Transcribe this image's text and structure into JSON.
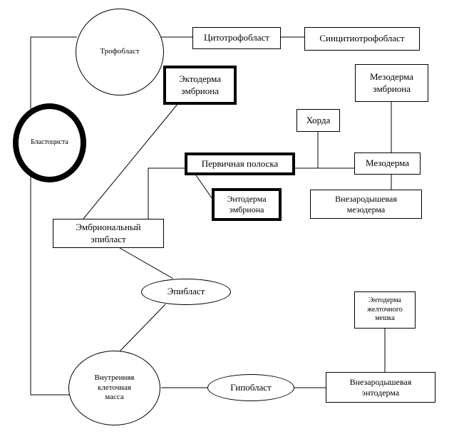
{
  "nodes": {
    "trophoblast": "Трофобласт",
    "cytotrophoblast": "Цитотрофобласт",
    "syncytiotrophoblast": "Синцитиотрофобласт",
    "ectoderm": "Эктодерма\nэмбриона",
    "mesoderm_embryo": "Мезодерма\nэмбриона",
    "blastocyst": "Бластоциста",
    "chorda": "Хорда",
    "primitive_streak": "Первичная полоска",
    "mesoderm": "Мезодерма",
    "endoderm_embryo": "Энтодерма\nэмбриона",
    "extraembryonic_mesoderm": "Внезародышевая\nмезодерма",
    "embryonic_epiblast": "Эмбриональный\nэпибласт",
    "epiblast": "Эпибласт",
    "yolk_sac_endoderm": "Энтодерма\nжелточного\nмешка",
    "inner_cell_mass": "Внутренняя\nклеточная\nмасса",
    "hypoblast": "Гипобласт",
    "extraembryonic_endoderm": "Внезародышевая\nэнтодерма"
  }
}
